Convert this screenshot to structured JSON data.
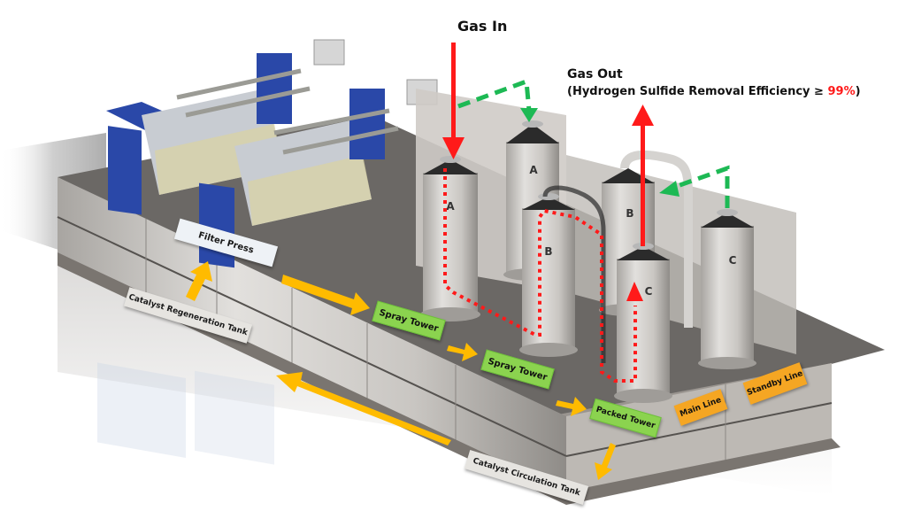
{
  "title_labels": {
    "gas_in": "Gas In",
    "gas_out": "Gas Out",
    "efficiency_prefix": "(Hydrogen Sulfide Removal Efficiency ≥ ",
    "efficiency_value": "99%",
    "efficiency_suffix": ")"
  },
  "component_labels": {
    "filter_press": "Filter Press",
    "regeneration_tank": "Catalyst Regeneration Tank",
    "circulation_tank": "Catalyst Circulation Tank",
    "spray_tower_1": "Spray Tower",
    "spray_tower_2": "Spray Tower",
    "packed_tower": "Packed Tower",
    "main_line": "Main Line",
    "standby_line": "Standby Line"
  },
  "tower_letters": {
    "main_a": "A",
    "main_b": "B",
    "main_c": "C",
    "standby_a": "A",
    "standby_b": "B",
    "standby_c": "C"
  },
  "colors": {
    "gas_flow": "#ff1a1a",
    "standby_flow": "#1db954",
    "liquid_flow": "#ffbb00",
    "equipment_blue": "#2a48a8",
    "label_green": "#8bd34f",
    "label_orange": "#f5a623"
  }
}
